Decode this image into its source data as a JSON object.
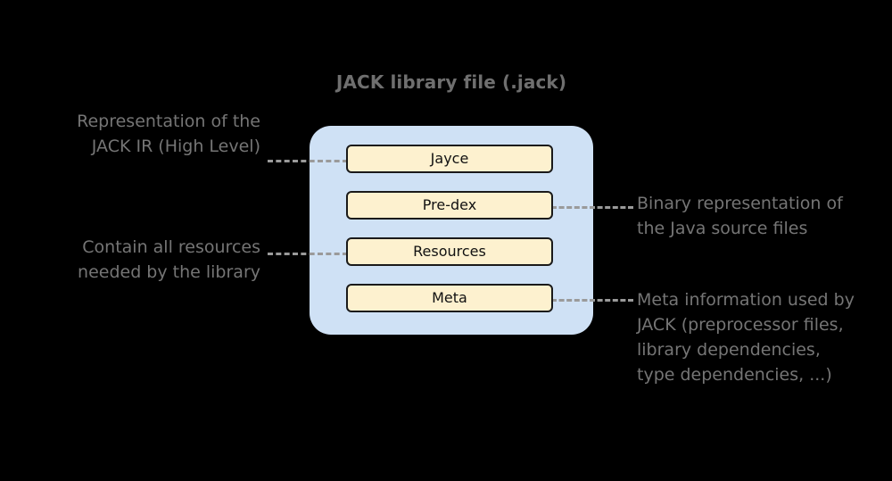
{
  "diagram": {
    "title": "JACK library file (.jack)",
    "background_color": "#000000",
    "container_color": "#cfe1f5",
    "box_color": "#fdf1cf",
    "box_border_color": "#1a1a1a",
    "text_color": "#757575",
    "title_color": "#6f6f6f",
    "connector_color": "#9a9a9a",
    "sections": [
      {
        "id": "jayce",
        "label": "Jayce"
      },
      {
        "id": "predex",
        "label": "Pre-dex"
      },
      {
        "id": "resources",
        "label": "Resources"
      },
      {
        "id": "meta",
        "label": "Meta"
      }
    ],
    "annotations": {
      "jayce": "Representation of the\nJACK IR (High Level)",
      "resources": "Contain all resources\nneeded by the library",
      "predex": "Binary representation of\nthe Java source files",
      "meta": "Meta information used by\nJACK (preprocessor files,\nlibrary dependencies,\ntype dependencies, ...)"
    }
  }
}
